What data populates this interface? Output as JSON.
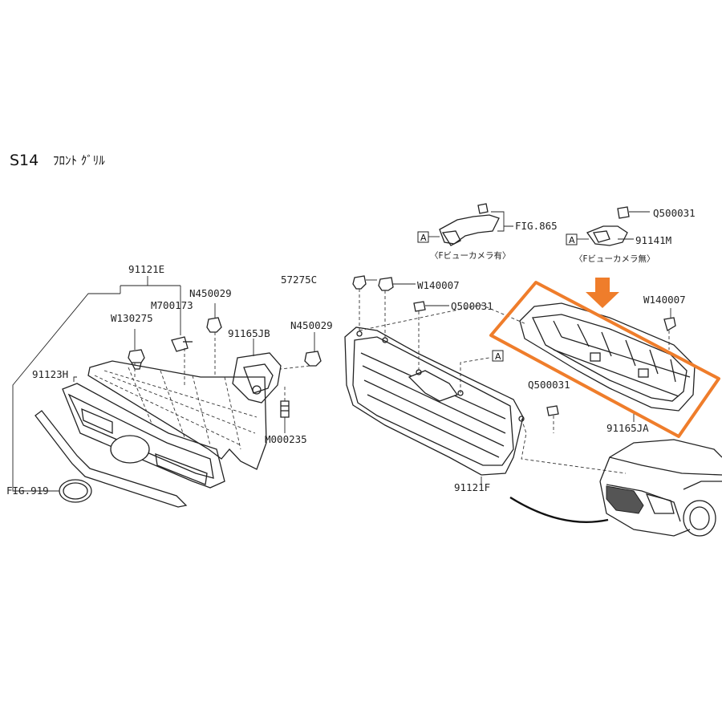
{
  "header": {
    "code": "S14",
    "name": "ﾌﾛﾝﾄ ｸﾞﾘﾙ"
  },
  "labels": {
    "p91121E": "91121E",
    "pN450029a": "N450029",
    "pM700173": "M700173",
    "pW130275": "W130275",
    "p91165JB": "91165JB",
    "pN450029b": "N450029",
    "p91123H": "91123H",
    "pM000235": "M000235",
    "pFIG919": "FIG.919",
    "p57275C": "57275C",
    "pW140007a": "W140007",
    "pQ500031a": "Q500031",
    "p91121F": "91121F",
    "pFIG865": "FIG.865",
    "pQ500031b": "Q500031",
    "p91141M": "91141M",
    "pW140007b": "W140007",
    "pQ500031c": "Q500031",
    "p91165JA": "91165JA"
  },
  "captions": {
    "with_camera": "〈Fビューカメラ有〉",
    "without_camera": "〈Fビューカメラ無〉"
  },
  "ref_marks": {
    "a1": "A",
    "a2": "A",
    "a3": "A"
  },
  "colors": {
    "highlight": "#ef7d2b",
    "line": "#222222"
  },
  "highlight_target": "91165JA"
}
